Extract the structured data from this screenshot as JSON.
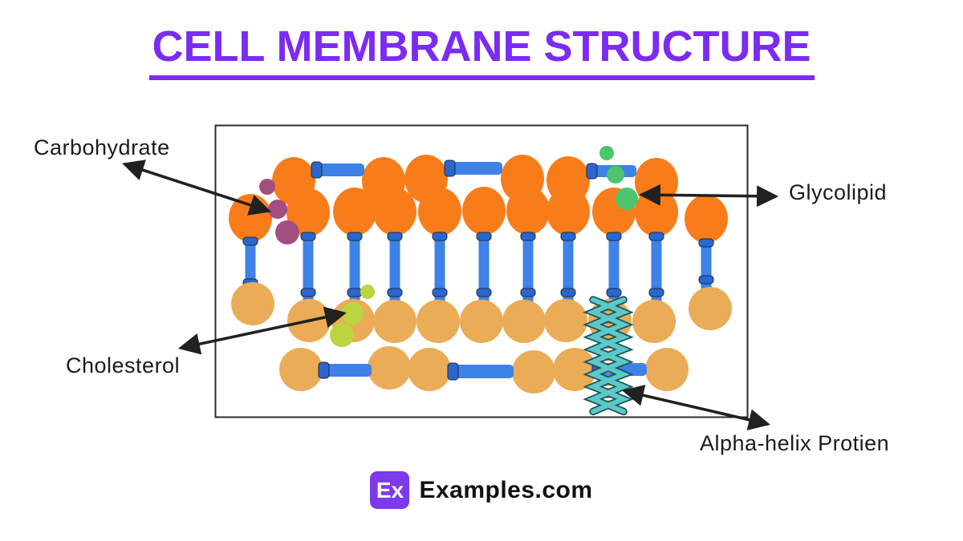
{
  "title": "CELL MEMBRANE STRUCTURE",
  "labels": {
    "carbohydrate": "Carbohydrate",
    "glycolipid": "Glycolipid",
    "cholesterol": "Cholesterol",
    "alpha_helix_protein": "Alpha-helix Protien"
  },
  "footer": {
    "logo_badge": "Ex",
    "brand": "Examples.com"
  },
  "diagram": {
    "type": "labeled-illustration",
    "subject": "Phospholipid bilayer of a cell membrane",
    "components": [
      "outer lipid row lying flat: orange heads joined by blue tail bars",
      "upper leaflet: orange phospholipid heads with blue tails pointing down",
      "inner leaflet: tan phospholipid heads",
      "bottom lipid row lying flat: tan heads joined by blue tail bars",
      "carbohydrate: three purple circles (upper left)",
      "glycolipid: three green circles (upper right)",
      "cholesterol: three yellow-green circles (lower left)",
      "alpha-helix protein: teal double helix spanning the inner leaflet"
    ]
  },
  "colors": {
    "c-title": "#7b2bf2",
    "c-badge": "#7c3aed",
    "c-text": "#1b1b1b",
    "c-arrow": "#212121",
    "c-box-border": "#2b2b2b",
    "c-orange": "#f87d1a",
    "c-tan": "#eaac57",
    "c-blue": "#3e82e8",
    "c-blue-dark": "#2b66ce",
    "c-purple": "#a24e80",
    "c-green": "#4cc56e",
    "c-yellowgreen": "#bcd440",
    "c-teal": "#5ec7c7",
    "c-teal-dark": "#17555a",
    "c-rung-orange": "#e07b2f",
    "c-rung-yellow": "#f2c53d",
    "c-rung-red": "#d95034",
    "c-rung-green": "#8bc34a"
  }
}
